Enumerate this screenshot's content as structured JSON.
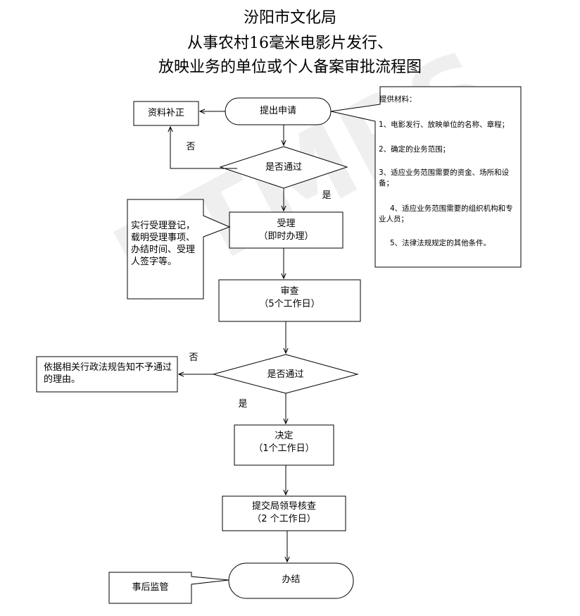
{
  "title": {
    "line1": "汾阳市文化局",
    "line2": "从事农村16毫米电影片发行、",
    "line3": "放映业务的单位或个人备案审批流程图"
  },
  "watermark": "PTMPS",
  "nodes": {
    "apply": "提出申请",
    "supplement": "资料补正",
    "check1": "是否通过",
    "accept_line1": "受理",
    "accept_line2": "（即时办理）",
    "accept_note": "实行受理登记，载明受理事项、办结时间、受理人签字等。",
    "review_line1": "审查",
    "review_line2": "（5个工作日）",
    "check2": "是否通过",
    "reject_note": "依据相关行政法规告知不予通过的理由。",
    "decide_line1": "决定",
    "decide_line2": "（1个工作日）",
    "leader_line1": "提交局领导核查",
    "leader_line2": "（2 个工作日）",
    "finish": "办结",
    "supervise": "事后监管"
  },
  "edge_labels": {
    "no1": "否",
    "yes1": "是",
    "no2": "否",
    "yes2": "是"
  },
  "materials": {
    "heading": "提供材料：",
    "items": [
      "1、电影发行、放映单位的名称、章程；",
      "2、确定的业务范围；",
      "3、适应业务范围需要的资金、场所和设备；",
      "4、适应业务范围需要的组织机构和专业人员；",
      "5、法律法规规定的其他条件。"
    ]
  }
}
